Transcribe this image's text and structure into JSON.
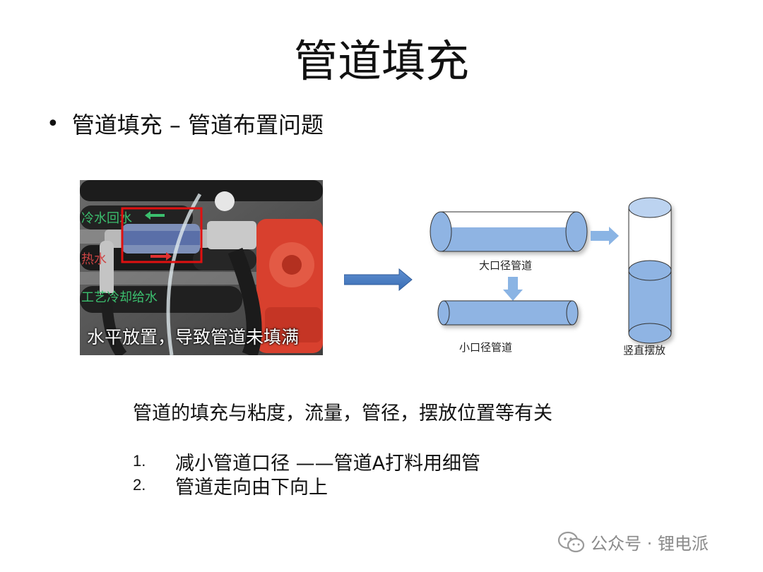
{
  "slide": {
    "title": "管道填充",
    "bullet": "管道填充 – 管道布置问题"
  },
  "photo": {
    "caption": "水平放置，导致管道未填满",
    "label_1": "冷水回水",
    "label_2": "热水",
    "label_3": "工艺冷却给水"
  },
  "diagram": {
    "large_pipe_label": "大口径管道",
    "small_pipe_label": "小口径管道",
    "vertical_label": "竖直摆放",
    "pipe_color": "#8fb4e3",
    "arrow_color": "#8ab4e4"
  },
  "body": {
    "statement": "管道的填充与粘度，流量，管径，摆放位置等有关",
    "items": [
      {
        "num": "1.",
        "text": "减小管道口径 ——管道A打料用细管"
      },
      {
        "num": "2.",
        "text": "管道走向由下向上"
      }
    ]
  },
  "watermark": {
    "text": "公众号 · 锂电派",
    "icon": "wechat-icon"
  }
}
